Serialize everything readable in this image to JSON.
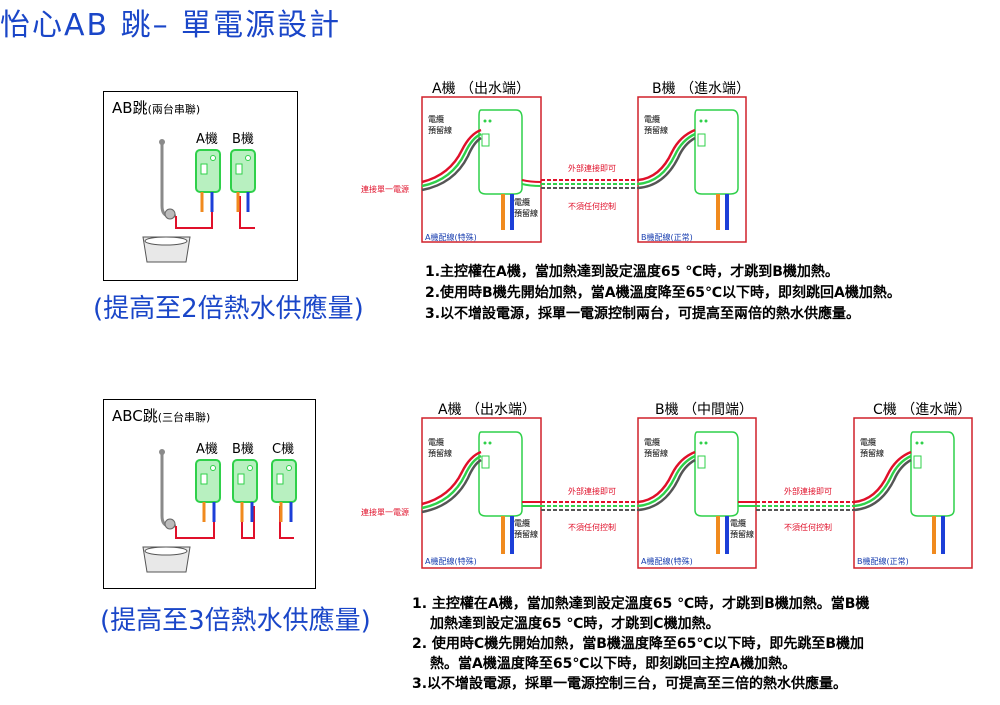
{
  "title": "怡心AB 跳– 單電源設計",
  "section1": {
    "frame_label": "AB跳",
    "frame_label_small": "(兩台串聯)",
    "unit_labels": [
      "A機",
      "B機"
    ],
    "caption": "(提高至2倍熱水供應量)",
    "heads": [
      {
        "name": "A機",
        "role": "（出水端）"
      },
      {
        "name": "B機",
        "role": "（進水端）"
      }
    ],
    "cable_label": "電纜\n預留線",
    "power_label": "連接單一電源",
    "external_label": "外部連接即可",
    "no_control_label": "不須任何控制",
    "wiring_labels": [
      "A機配線(特殊)",
      "B機配線(正常)"
    ],
    "notes": [
      "1.主控權在A機，當加熱達到設定溫度65 ℃時，才跳到B機加熱。",
      "2.使用時B機先開始加熱，當A機溫度降至65℃以下時，即刻跳回A機加熱。",
      "3.以不增設電源，採單一電源控制兩台，可提高至兩倍的熱水供應量。"
    ]
  },
  "section2": {
    "frame_label": "ABC跳",
    "frame_label_small": "(三台串聯)",
    "unit_labels": [
      "A機",
      "B機",
      "C機"
    ],
    "caption": "(提高至3倍熱水供應量)",
    "heads": [
      {
        "name": "A機",
        "role": "（出水端）"
      },
      {
        "name": "B機",
        "role": "（中間端）"
      },
      {
        "name": "C機",
        "role": "（進水端）"
      }
    ],
    "cable_label": "電纜\n預留線",
    "power_label": "連接單一電源",
    "external_label": "外部連接即可",
    "no_control_label": "不須任何控制",
    "wiring_labels": [
      "A機配線(特殊)",
      "A機配線(特殊)",
      "B機配線(正常)"
    ],
    "notes": [
      "1. 主控權在A機，當加熱達到設定溫度65 ℃時，才跳到B機加熱。當B機",
      "加熱達到設定溫度65 ℃時，才跳到C機加熱。",
      "2. 使用時C機先開始加熱，當B機溫度降至65℃以下時，即先跳至B機加",
      "熱。當A機溫度降至65℃以下時，即刻跳回主控A機加熱。",
      "3.以不增設電源，採單一電源控制三台，可提高至三倍的熱水供應量。"
    ]
  },
  "colors": {
    "title_blue": "#1a46c8",
    "heater_green": "#2fd04a",
    "pipe_red": "#e0102a",
    "frame_red": "#d0202a",
    "hot_orange": "#f08a1e",
    "cold_blue": "#1c3fd8"
  }
}
